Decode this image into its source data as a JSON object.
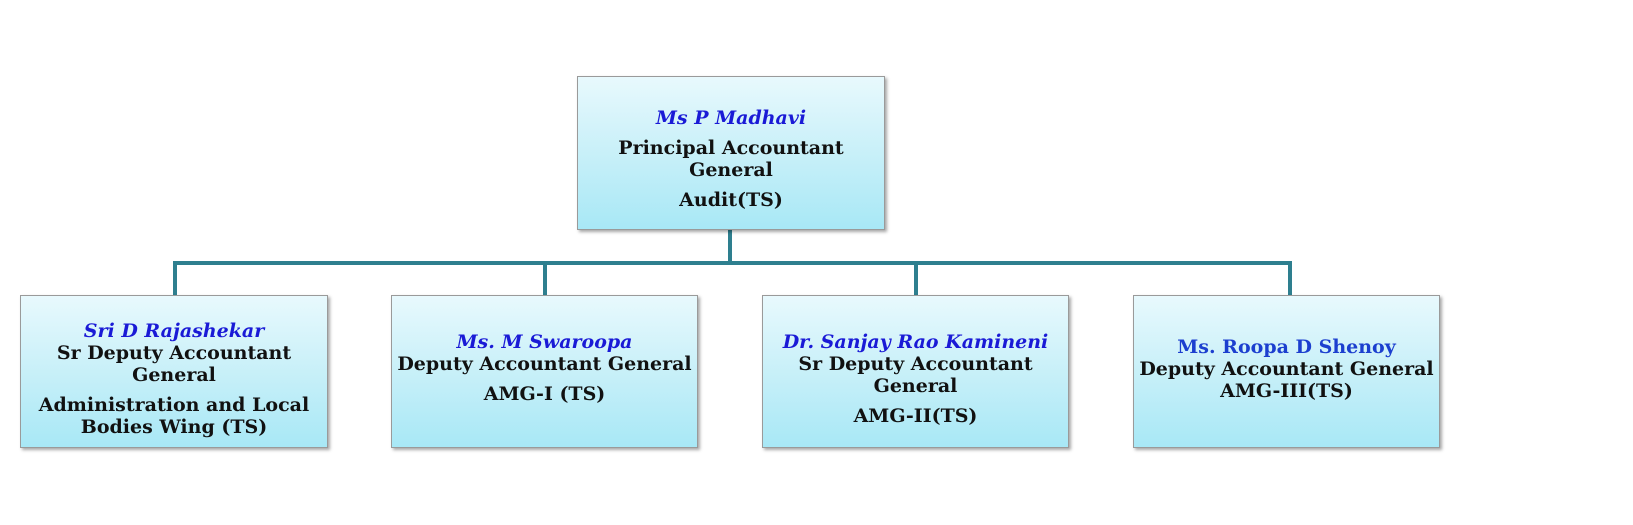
{
  "colors": {
    "connector": "#2e7f8f",
    "name_text": "#1a1ad6",
    "box_top": "#e8f9fd",
    "box_bottom": "#a8e8f6"
  },
  "root": {
    "name": "Ms P Madhavi",
    "line1": "Principal Accountant General",
    "line2": "Audit(TS)"
  },
  "children": [
    {
      "name": "Sri D Rajashekar",
      "line1": "Sr Deputy Accountant General",
      "line2": "Administration and Local",
      "line3": "Bodies Wing (TS)"
    },
    {
      "name": "Ms. M Swaroopa",
      "line1": "Deputy Accountant General",
      "line2": "AMG-I (TS)"
    },
    {
      "name": "Dr. Sanjay Rao Kamineni",
      "line1": "Sr Deputy Accountant General",
      "line2": "AMG-II(TS)"
    },
    {
      "name": "Ms. Roopa D Shenoy",
      "line1": "Deputy Accountant General",
      "line2": "AMG-III(TS)"
    }
  ]
}
